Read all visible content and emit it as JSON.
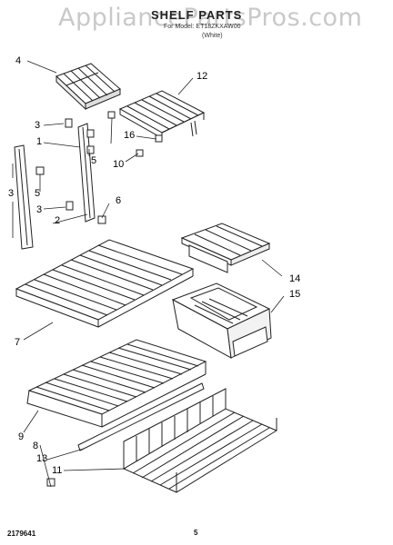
{
  "watermark": "AppliancePartsPros.com",
  "header": {
    "title": "SHELF PARTS",
    "subtitle": "For Model: ET18ZKXAW00",
    "color": "(White)"
  },
  "callouts": [
    "4",
    "12",
    "3",
    "1",
    "16",
    "5",
    "10",
    "3",
    "5",
    "6",
    "3",
    "2",
    "14",
    "15",
    "7",
    "9",
    "8",
    "13",
    "11"
  ],
  "footer": {
    "doc_number": "2179641",
    "page_number": "5"
  }
}
